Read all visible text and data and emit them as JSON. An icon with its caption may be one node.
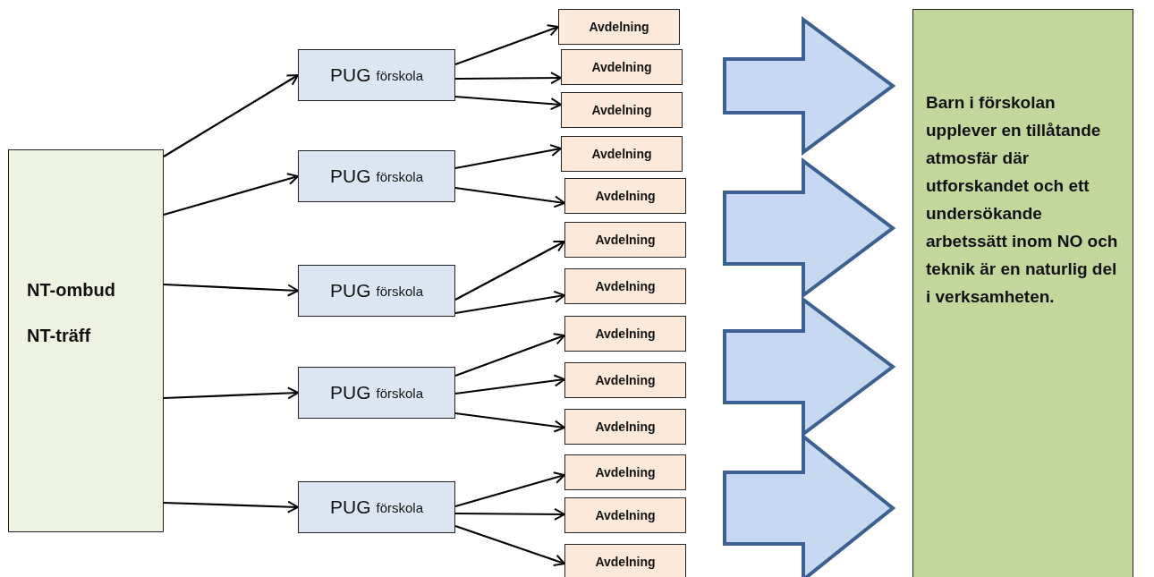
{
  "diagram": {
    "nodes": [
      {
        "text": [
          "NT-ombud",
          "NT-träff"
        ]
      },
      {
        "text": [
          "PUG",
          "förskola"
        ]
      },
      {
        "text": [
          "PUG",
          "förskola"
        ]
      },
      {
        "text": [
          "PUG",
          "förskola"
        ]
      },
      {
        "text": [
          "PUG",
          "förskola"
        ]
      },
      {
        "text": [
          "PUG",
          "förskola"
        ]
      },
      {
        "text": [
          "Avdelning"
        ]
      },
      {
        "text": [
          "Avdelning"
        ]
      },
      {
        "text": [
          "Avdelning"
        ]
      },
      {
        "text": [
          "Avdelning"
        ]
      },
      {
        "text": [
          "Avdelning"
        ]
      },
      {
        "text": [
          "Avdelning"
        ]
      },
      {
        "text": [
          "Avdelning"
        ]
      },
      {
        "text": [
          "Avdelning"
        ]
      },
      {
        "text": [
          "Avdelning"
        ]
      },
      {
        "text": [
          "Avdelning"
        ]
      },
      {
        "text": [
          "Avdelning"
        ]
      },
      {
        "text": [
          "Avdelning"
        ]
      },
      {
        "text": [
          "Avdelning"
        ]
      },
      {
        "text": [
          "Barn i förskolan upplever en tillåtande atmosfär där utforskandet och ett undersökande arbetssätt inom NO och teknik är en naturlig del i verksamheten."
        ]
      }
    ],
    "edges": [
      {
        "from": 0,
        "to": 1,
        "arrow": "to"
      },
      {
        "from": 0,
        "to": 2,
        "arrow": "to"
      },
      {
        "from": 0,
        "to": 3,
        "arrow": "to"
      },
      {
        "from": 0,
        "to": 4,
        "arrow": "to"
      },
      {
        "from": 0,
        "to": 5,
        "arrow": "to"
      },
      {
        "from": 1,
        "to": 6,
        "arrow": "to"
      },
      {
        "from": 1,
        "to": 7,
        "arrow": "to"
      },
      {
        "from": 1,
        "to": 8,
        "arrow": "to"
      },
      {
        "from": 2,
        "to": 9,
        "arrow": "to"
      },
      {
        "from": 2,
        "to": 10,
        "arrow": "to"
      },
      {
        "from": 3,
        "to": 11,
        "arrow": "to"
      },
      {
        "from": 3,
        "to": 12,
        "arrow": "to"
      },
      {
        "from": 4,
        "to": 13,
        "arrow": "to"
      },
      {
        "from": 4,
        "to": 14,
        "arrow": "to"
      },
      {
        "from": 4,
        "to": 15,
        "arrow": "to"
      },
      {
        "from": 5,
        "to": 16,
        "arrow": "to"
      },
      {
        "from": 5,
        "to": 17,
        "arrow": "to"
      },
      {
        "from": 5,
        "to": 18,
        "arrow": "to"
      },
      {
        "from": null,
        "to": 19,
        "arrow": "to",
        "style": "thick"
      },
      {
        "from": null,
        "to": 19,
        "arrow": "to",
        "style": "thick"
      },
      {
        "from": null,
        "to": 19,
        "arrow": "to",
        "style": "thick"
      },
      {
        "from": null,
        "to": 19,
        "arrow": "to",
        "style": "thick"
      }
    ]
  }
}
